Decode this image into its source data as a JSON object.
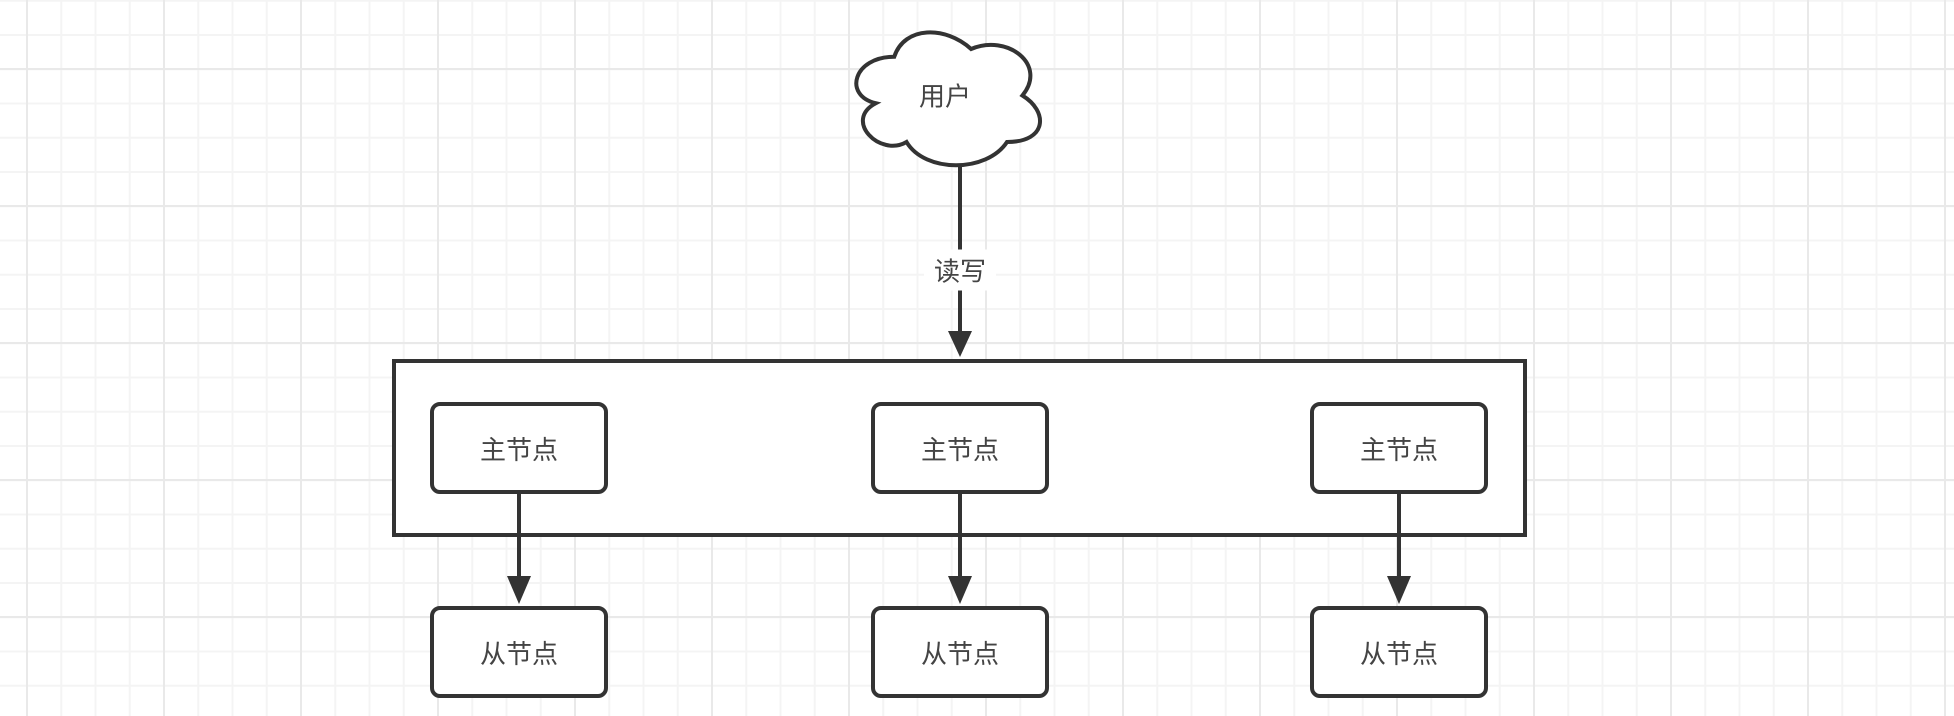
{
  "canvas": {
    "background_color": "#ffffff",
    "grid_minor_color": "#f4f4f4",
    "grid_major_color": "#e9e9e9",
    "shape_stroke_color": "#333333",
    "shape_fill_color": "#ffffff",
    "text_color": "#444444"
  },
  "nodes": {
    "user_cloud": {
      "shape": "cloud",
      "label": "用户"
    },
    "master_cluster": {
      "shape": "rectangle",
      "members": [
        {
          "label": "主节点"
        },
        {
          "label": "主节点"
        },
        {
          "label": "主节点"
        }
      ]
    },
    "slave_nodes": [
      {
        "label": "从节点"
      },
      {
        "label": "从节点"
      },
      {
        "label": "从节点"
      }
    ]
  },
  "edges": [
    {
      "from": "user-cloud",
      "to": "master-cluster",
      "label": "读写",
      "arrow": "filled-triangle"
    },
    {
      "from": "master-node-1",
      "to": "slave-node-1",
      "label": "",
      "arrow": "filled-triangle"
    },
    {
      "from": "master-node-2",
      "to": "slave-node-2",
      "label": "",
      "arrow": "filled-triangle"
    },
    {
      "from": "master-node-3",
      "to": "slave-node-3",
      "label": "",
      "arrow": "filled-triangle"
    }
  ]
}
